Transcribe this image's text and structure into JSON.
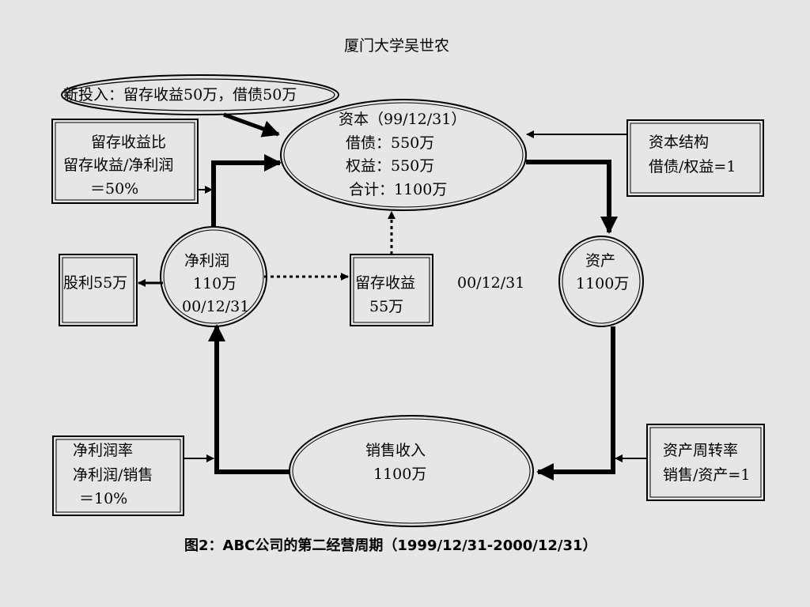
{
  "header": {
    "author": "厦门大学吴世农"
  },
  "new_investment": {
    "text": "新投入：留存收益50万，借债50万"
  },
  "retention_box": {
    "line1": "留存收益比",
    "line2": "留存收益/净利润",
    "line3": "＝50%"
  },
  "capital": {
    "line1": "资本（99/12/31）",
    "line2": "借债：550万",
    "line3": "权益：550万",
    "line4": "合计：1100万"
  },
  "capital_structure": {
    "line1": "资本结构",
    "line2": "借债/权益=1"
  },
  "dividend": {
    "text": "股利55万"
  },
  "net_profit": {
    "line1": "净利润",
    "line2": "110万",
    "line3": "00/12/31"
  },
  "retained_earnings": {
    "line1": "留存收益",
    "line2": "55万"
  },
  "retained_date": {
    "text": "00/12/31"
  },
  "assets": {
    "line1": "资产",
    "line2": "1100万"
  },
  "profit_margin": {
    "line1": "净利润率",
    "line2": "净利润/销售",
    "line3": "＝10%"
  },
  "sales": {
    "line1": "销售收入",
    "line2": "1100万"
  },
  "asset_turnover": {
    "line1": "资产周转率",
    "line2": "销售/资产=1"
  },
  "caption": {
    "text": "图2：ABC公司的第二经营周期（1999/12/31-2000/12/31）"
  }
}
